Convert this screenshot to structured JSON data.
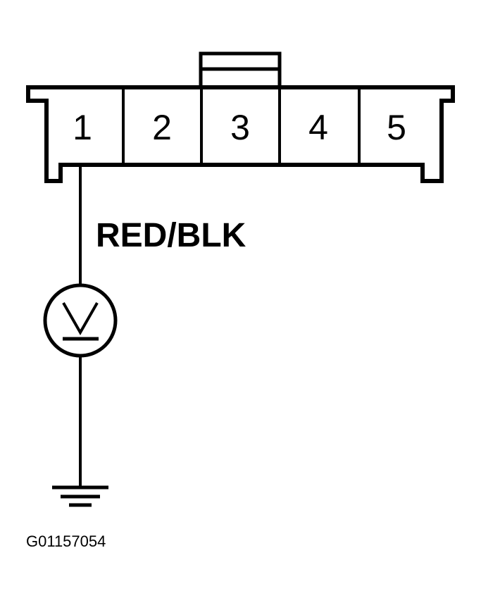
{
  "connector": {
    "pins": [
      "1",
      "2",
      "3",
      "4",
      "5"
    ]
  },
  "wire": {
    "label": "RED/BLK"
  },
  "figure": {
    "id": "G01157054"
  },
  "colors": {
    "line": "#000000",
    "background": "#ffffff"
  },
  "symbols": {
    "meter": "voltmeter-icon",
    "ground": "ground-icon"
  }
}
